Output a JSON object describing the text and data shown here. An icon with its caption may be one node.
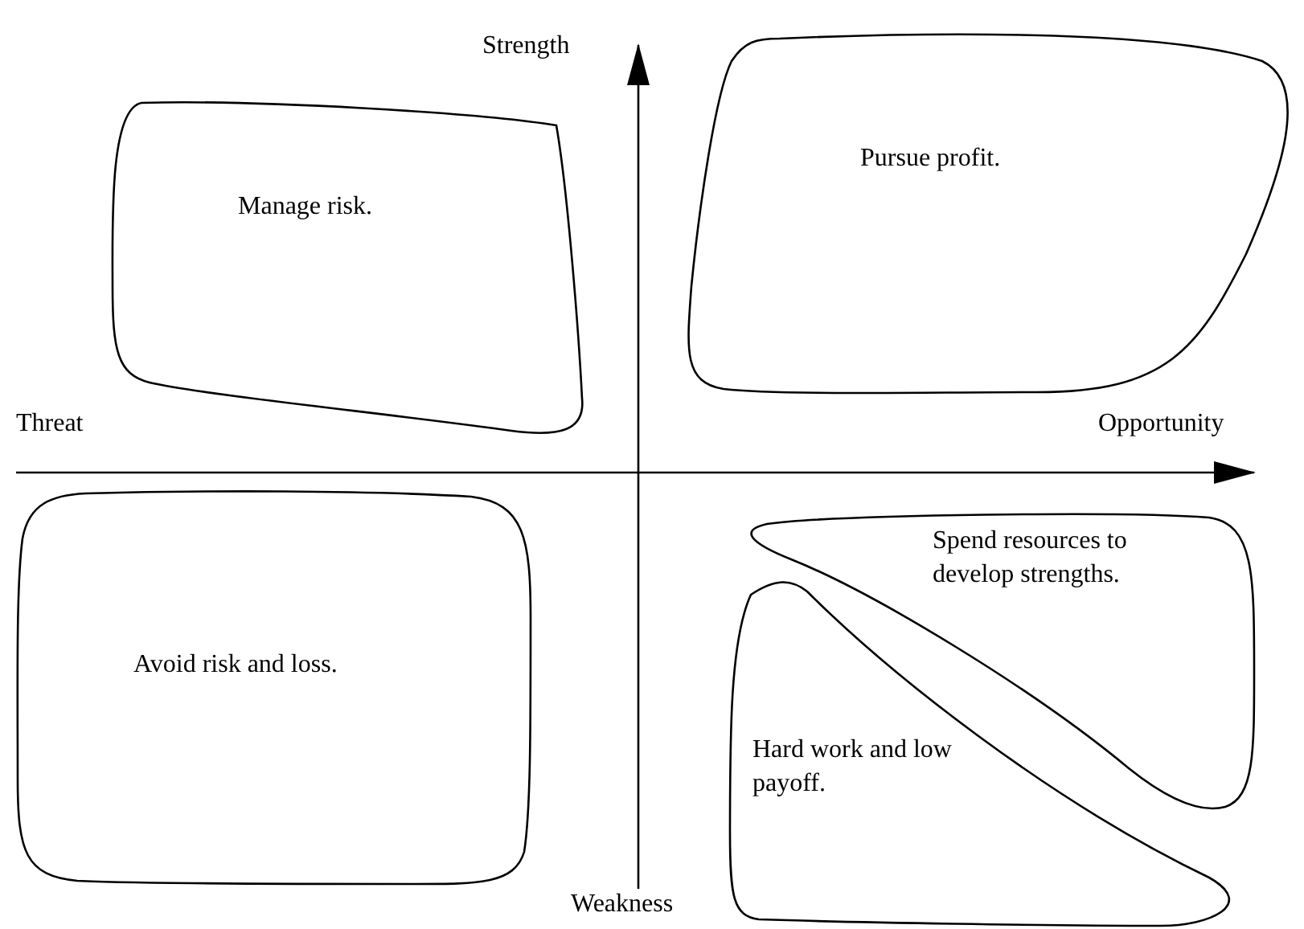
{
  "diagram": {
    "nodes": [
      {
        "text": [
          "Manage risk."
        ]
      },
      {
        "text": [
          "Pursue profit."
        ]
      },
      {
        "text": [
          "Avoid risk and loss."
        ]
      },
      {
        "text": [
          "Spend resources to develop strengths."
        ]
      },
      {
        "text": [
          "Hard work and low payoff."
        ]
      }
    ],
    "labels": [
      "Strength",
      "Threat",
      "Opportunity",
      "Weakness"
    ]
  }
}
